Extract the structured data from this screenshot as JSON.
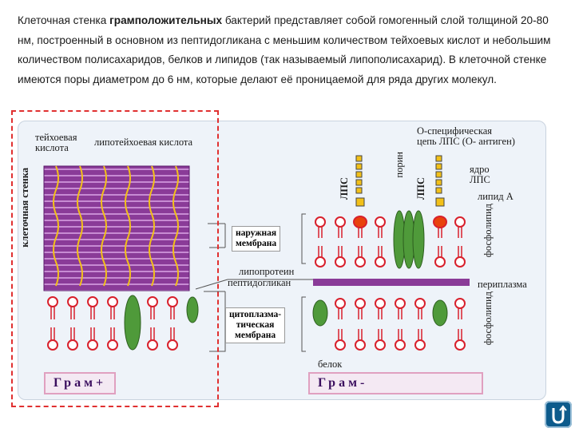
{
  "intro": {
    "part1": "Клеточная стенка ",
    "bold": "грамположительных",
    "part2": " бактерий представляет собой гомогенный слой толщиной 20-80 нм, построенный в основном из пептидогликана с меньшим количеством тейхоевых кислот и небольшим количеством полисахаридов, белков и липидов (так называемый липополисахарид). В клеточной стенке имеются поры диаметром до 6 нм, которые делают её проницаемой для ряда других молекул."
  },
  "labels": {
    "teichoic": "тейхоевая\nкислота",
    "lipoteichoic": "липотейхоевая  кислота",
    "cell_wall": "клеточная стенка",
    "outer_membrane": "наружная\nмембрана",
    "lipoprotein": "липопротеин",
    "peptidoglycan": "пептидогликан",
    "cytoplasmic_membrane": "цитоплазма-\nтическая\nмембрана",
    "o_specific": "О-специфическая\nцепь ЛПС (О- антиген)",
    "core_lps": "ядро\nЛПС",
    "lipid_a": "липид А",
    "porin": "порин",
    "lps1": "ЛПС",
    "lps2": "ЛПС",
    "phospholipid1": "фосфолипид",
    "phospholipid2": "фосфолипид",
    "periplasm": "периплазма",
    "protein": "белок",
    "gram_pos": "Грам+",
    "gram_neg": "Грам-"
  },
  "colors": {
    "purple": "#7b2c8a",
    "yellow": "#f2c019",
    "red": "#d8202c",
    "green": "#4f9a3a",
    "panel": "#eef3f9"
  },
  "icons": {
    "nav": "return-arrow-icon"
  }
}
